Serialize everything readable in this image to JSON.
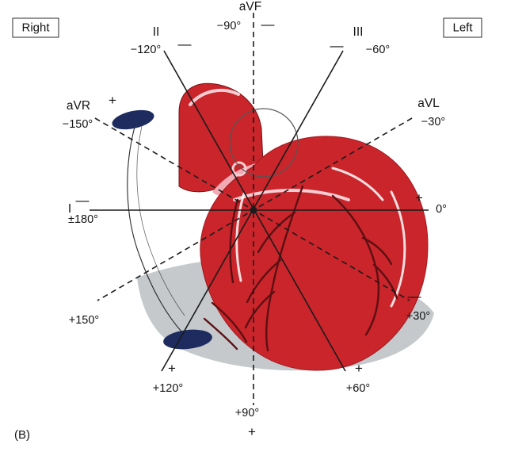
{
  "figure_label": "(B)",
  "orientation_labels": {
    "right": "Right",
    "left": "Left"
  },
  "colors": {
    "heart_red": "#c9252b",
    "artery_dark": "#5c1013",
    "vein_blue": "#1d2b5f",
    "pulmonary_pink": "#f2aab5",
    "highlight_pink": "#f6cdd2",
    "shadow_gray": "#c5c9cc",
    "line_black": "#1b1b1b"
  },
  "axes": {
    "lead_I": {
      "label": "I",
      "neg_sign": "—",
      "neg_angle": "±180°",
      "pos_sign": "+",
      "pos_angle": "0°"
    },
    "lead_II": {
      "label": "II",
      "neg_sign": "—",
      "neg_angle": "−120°",
      "pos_sign": "+",
      "pos_angle": "+60°"
    },
    "lead_III": {
      "label": "III",
      "neg_sign": "—",
      "neg_angle": "−60°",
      "pos_sign": "+",
      "pos_angle": "+120°"
    },
    "aVR": {
      "label": "aVR",
      "pos_sign": "+",
      "pos_angle": "−150°",
      "neg_sign": "—",
      "neg_angle": "+30°"
    },
    "aVL": {
      "label": "aVL",
      "pos_angle": "−30°",
      "neg_angle": "+150°"
    },
    "aVF": {
      "label": "aVF",
      "neg_sign": "—",
      "neg_angle": "−90°",
      "pos_sign": "+",
      "pos_angle": "+90°"
    }
  }
}
